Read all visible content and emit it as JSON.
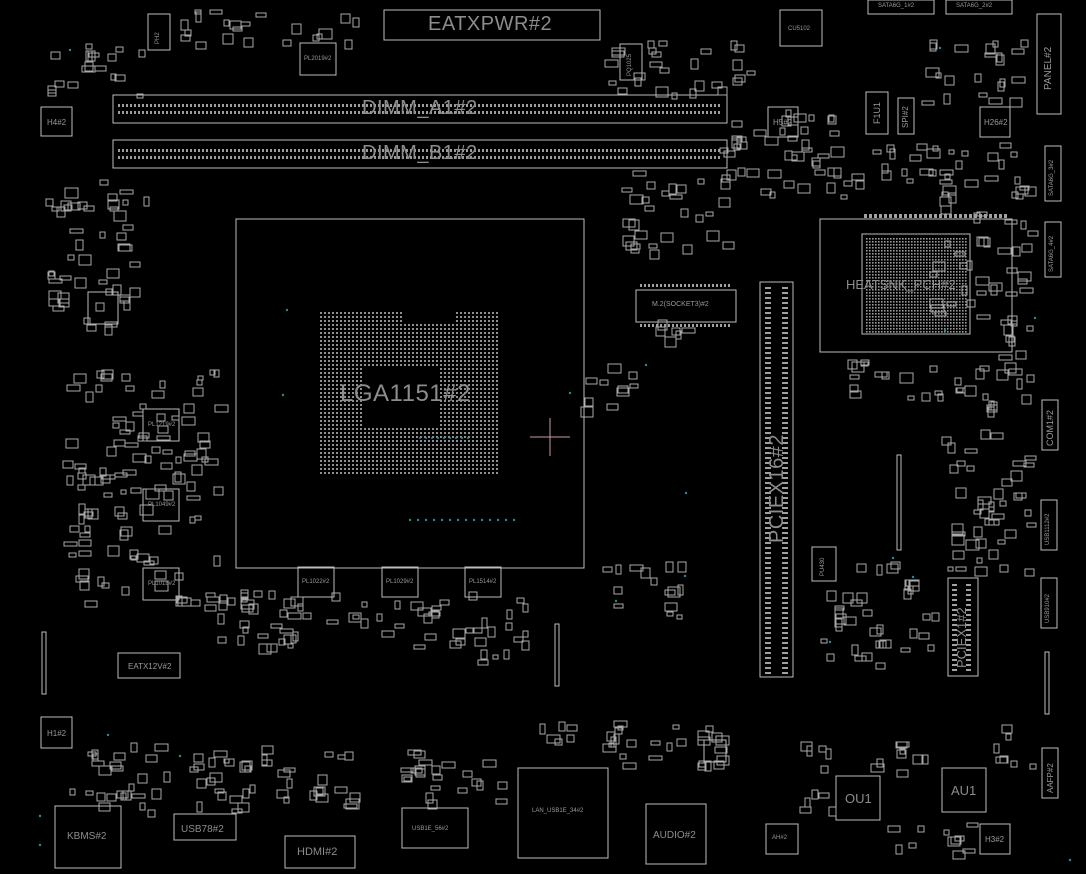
{
  "components": {
    "eatxpwr": "EATXPWR#2",
    "dimm_a1": "DIMM_A1#2",
    "dimm_b1": "DIMM_B1#2",
    "lga": "LGA1151#2",
    "heatsink": "HEATSNK_PCH#2",
    "m2": "M.2(SOCKET3)#2",
    "pciex16": "PCIEX16#2",
    "pciex1": "PCIEX1#2",
    "eatx12v": "EATX12V#2",
    "kbms": "KBMS#2",
    "usb78": "USB78#2",
    "hdmi": "HDMI#2",
    "lan": "LAN_USB1E_34#2",
    "audio": "AUDIO#2",
    "ou1": "OU1",
    "au1": "AU1",
    "h1": "H1#2",
    "h3": "H3#2",
    "h4": "H4#2",
    "h5": "H5#2",
    "h26": "H26#2",
    "f1u1": "F1U1",
    "panel": "PANEL#2",
    "spi": "SPI#2",
    "sata1": "SATA6G_1#2",
    "sata2": "SATA6G_2#2",
    "sata_side1": "SATA6G_3#2",
    "sata_side2": "SATA6G_4#2",
    "com": "COM1#2",
    "usb1112": "USB1112#2",
    "usb910": "USB910#2",
    "aafp": "AAFP#2",
    "ahe": "AH#2",
    "usb56": "USB1E_56#2",
    "pl1": "PL1219#2",
    "pl2": "PL1049#2",
    "pl3": "PL1018#2",
    "pl4": "PL1022#2",
    "pl5": "PL1029#2",
    "pl6": "PL1514#2",
    "pl7": "PL2019#2",
    "pu": "PU430",
    "cu": "CU5102",
    "ph": "PH2",
    "pq": "PQ1025"
  }
}
